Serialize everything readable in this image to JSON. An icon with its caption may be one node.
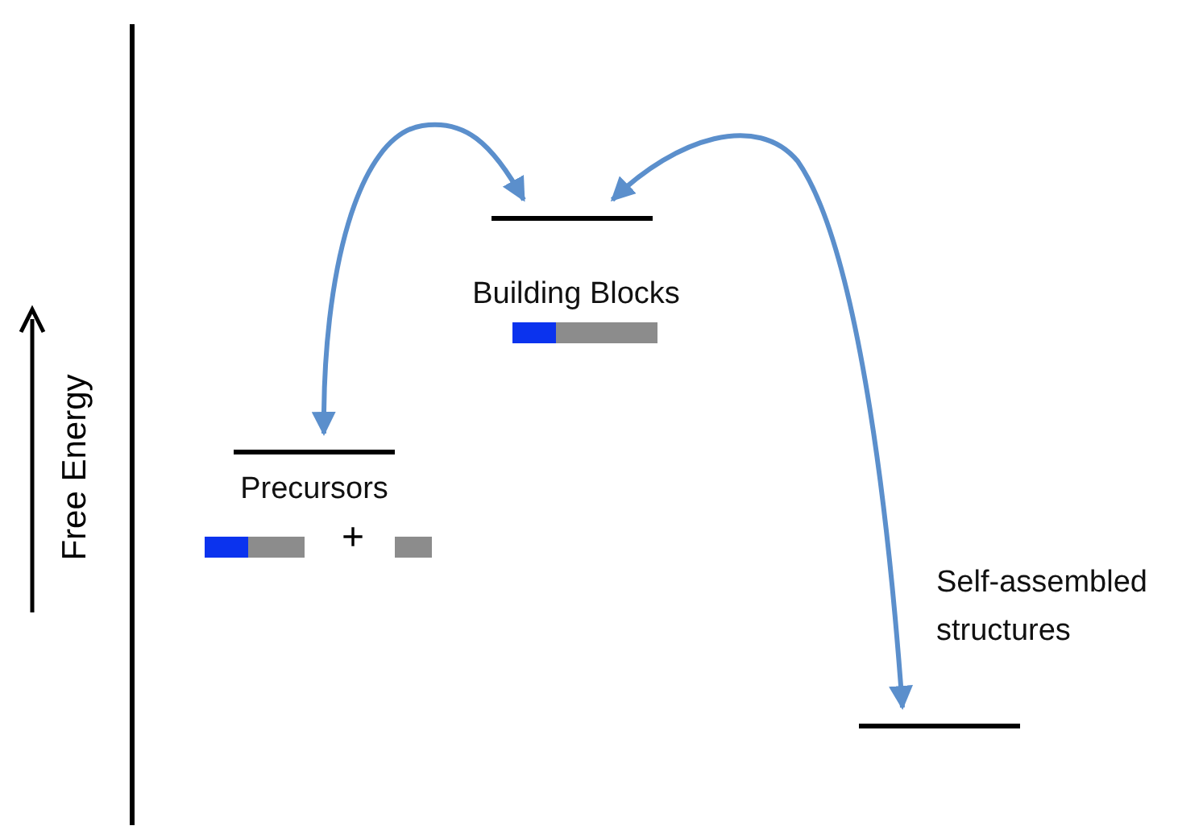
{
  "diagram": {
    "nodes": [
      {
        "text": [
          "Building Blocks"
        ]
      },
      {
        "text": [
          "Precursors"
        ]
      },
      {
        "text": [
          "Self-assembled structures"
        ]
      }
    ],
    "edges": [
      {
        "from": 0,
        "to": 1,
        "arrow": "both"
      },
      {
        "from": 0,
        "to": 2,
        "arrow": "both"
      }
    ],
    "labels": [
      "Free Energy",
      "+"
    ]
  }
}
